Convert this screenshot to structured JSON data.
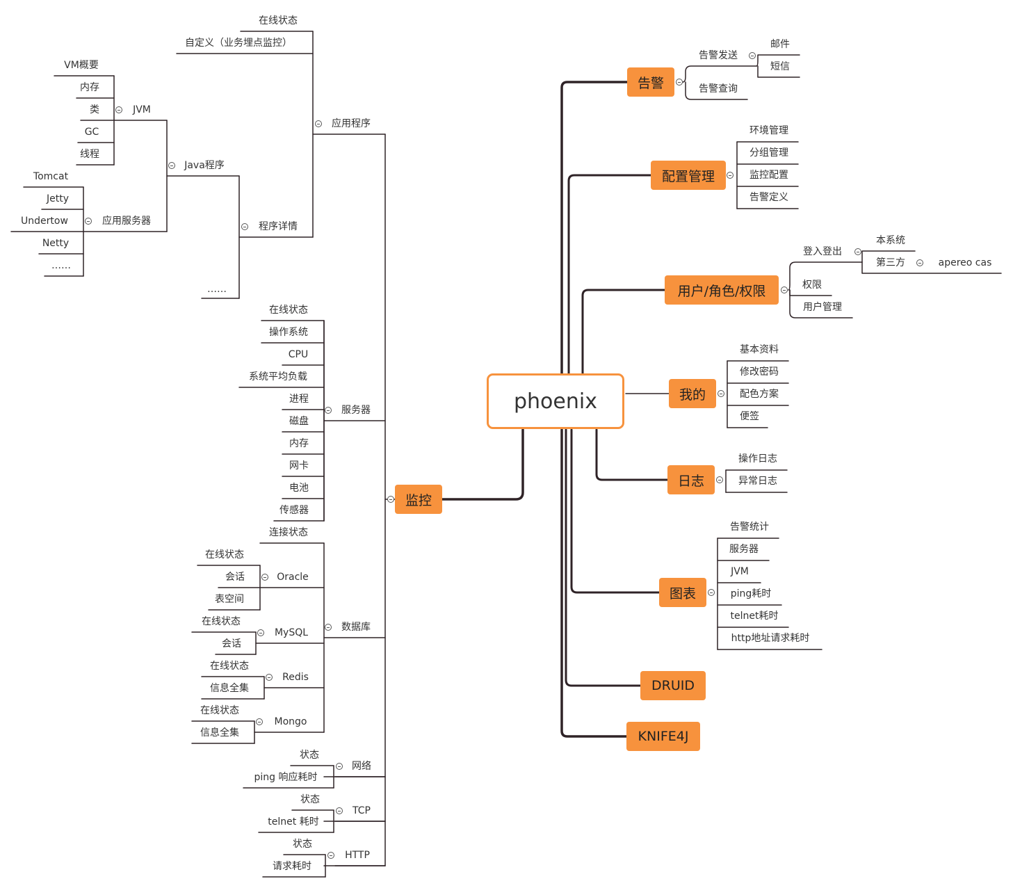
{
  "root": "phoenix",
  "right_branches": [
    {
      "label": "告警",
      "children": [
        {
          "label": "告警发送",
          "children": [
            "邮件",
            "短信"
          ]
        },
        "告警查询"
      ]
    },
    {
      "label": "配置管理",
      "children": [
        "环境管理",
        "分组管理",
        "监控配置",
        "告警定义"
      ]
    },
    {
      "label": "用户/角色/权限",
      "children": [
        {
          "label": "登入登出",
          "children": [
            "本系统",
            {
              "label": "第三方",
              "children": [
                "apereo cas"
              ]
            }
          ]
        },
        "权限",
        "用户管理"
      ]
    },
    {
      "label": "我的",
      "children": [
        "基本资料",
        "修改密码",
        "配色方案",
        "便签"
      ]
    },
    {
      "label": "日志",
      "children": [
        "操作日志",
        "异常日志"
      ]
    },
    {
      "label": "图表",
      "children": [
        "告警统计",
        "服务器",
        "JVM",
        "ping耗时",
        "telnet耗时",
        "http地址请求耗时"
      ]
    },
    {
      "label": "DRUID"
    },
    {
      "label": "KNIFE4J"
    }
  ],
  "left_branch": {
    "label": "监控",
    "children": [
      {
        "label": "应用程序",
        "children": [
          "在线状态",
          "自定义（业务埋点监控）",
          {
            "label": "程序详情",
            "children": [
              {
                "label": "Java程序",
                "children": [
                  {
                    "label": "JVM",
                    "children": [
                      "VM概要",
                      "内存",
                      "类",
                      "GC",
                      "线程"
                    ]
                  },
                  {
                    "label": "应用服务器",
                    "children": [
                      "Tomcat",
                      "Jetty",
                      "Undertow",
                      "Netty",
                      "……"
                    ]
                  }
                ]
              },
              "……"
            ]
          }
        ]
      },
      {
        "label": "服务器",
        "children": [
          "在线状态",
          "操作系统",
          "CPU",
          "系统平均负载",
          "进程",
          "磁盘",
          "内存",
          "网卡",
          "电池",
          "传感器"
        ]
      },
      {
        "label": "数据库",
        "children": [
          "连接状态",
          {
            "label": "Oracle",
            "children": [
              "在线状态",
              "会话",
              "表空间"
            ]
          },
          {
            "label": "MySQL",
            "children": [
              "在线状态",
              "会话"
            ]
          },
          {
            "label": "Redis",
            "children": [
              "在线状态",
              "信息全集"
            ]
          },
          {
            "label": "Mongo",
            "children": [
              "在线状态",
              "信息全集"
            ]
          }
        ]
      },
      {
        "label": "网络",
        "children": [
          "状态",
          "ping 响应耗时"
        ]
      },
      {
        "label": "TCP",
        "children": [
          "状态",
          "telnet 耗时"
        ]
      },
      {
        "label": "HTTP",
        "children": [
          "状态",
          "请求耗时"
        ]
      }
    ]
  },
  "colors": {
    "topic_fill": "#f7923d",
    "line": "#2f2327",
    "text": "#333333"
  }
}
